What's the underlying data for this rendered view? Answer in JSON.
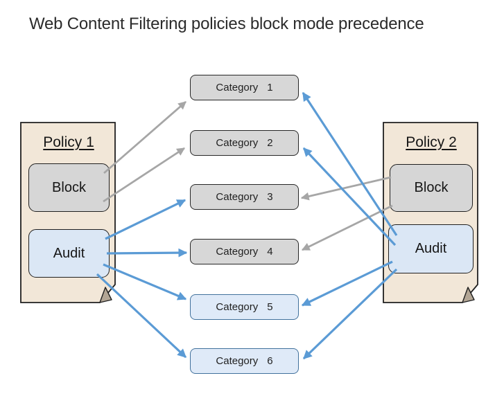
{
  "title": "Web Content Filtering policies block mode precedence",
  "colors": {
    "block_accent": "#a6a6a6",
    "audit_accent": "#5b9bd5",
    "doc_fill": "#f2e7d8",
    "doc_flap": "#b3a695",
    "gray_box_fill": "#d6d6d6",
    "blue_box_fill": "#dbe7f5",
    "gray_category_fill": "#d7d7d7",
    "blue_category_fill": "#dfeaf8",
    "blue_category_border": "#41719c"
  },
  "policies": [
    {
      "label": "Policy 1",
      "modes": [
        {
          "label": "Block",
          "mode": "block"
        },
        {
          "label": "Audit",
          "mode": "audit"
        }
      ]
    },
    {
      "label": "Policy 2",
      "modes": [
        {
          "label": "Block",
          "mode": "block"
        },
        {
          "label": "Audit",
          "mode": "audit"
        }
      ]
    }
  ],
  "categories": [
    {
      "name": "Category",
      "number": "1",
      "mode": "block"
    },
    {
      "name": "Category",
      "number": "2",
      "mode": "block"
    },
    {
      "name": "Category",
      "number": "3",
      "mode": "block"
    },
    {
      "name": "Category",
      "number": "4",
      "mode": "block"
    },
    {
      "name": "Category",
      "number": "5",
      "mode": "audit"
    },
    {
      "name": "Category",
      "number": "6",
      "mode": "audit"
    }
  ],
  "connections": [
    {
      "from": "policy1-block",
      "to": "category-1",
      "mode": "block"
    },
    {
      "from": "policy1-block",
      "to": "category-2",
      "mode": "block"
    },
    {
      "from": "policy2-block",
      "to": "category-3",
      "mode": "block"
    },
    {
      "from": "policy2-block",
      "to": "category-4",
      "mode": "block"
    },
    {
      "from": "policy1-audit",
      "to": "category-3",
      "mode": "audit"
    },
    {
      "from": "policy1-audit",
      "to": "category-4",
      "mode": "audit"
    },
    {
      "from": "policy1-audit",
      "to": "category-5",
      "mode": "audit"
    },
    {
      "from": "policy1-audit",
      "to": "category-6",
      "mode": "audit"
    },
    {
      "from": "policy2-audit",
      "to": "category-1",
      "mode": "audit"
    },
    {
      "from": "policy2-audit",
      "to": "category-2",
      "mode": "audit"
    },
    {
      "from": "policy2-audit",
      "to": "category-5",
      "mode": "audit"
    },
    {
      "from": "policy2-audit",
      "to": "category-6",
      "mode": "audit"
    }
  ]
}
